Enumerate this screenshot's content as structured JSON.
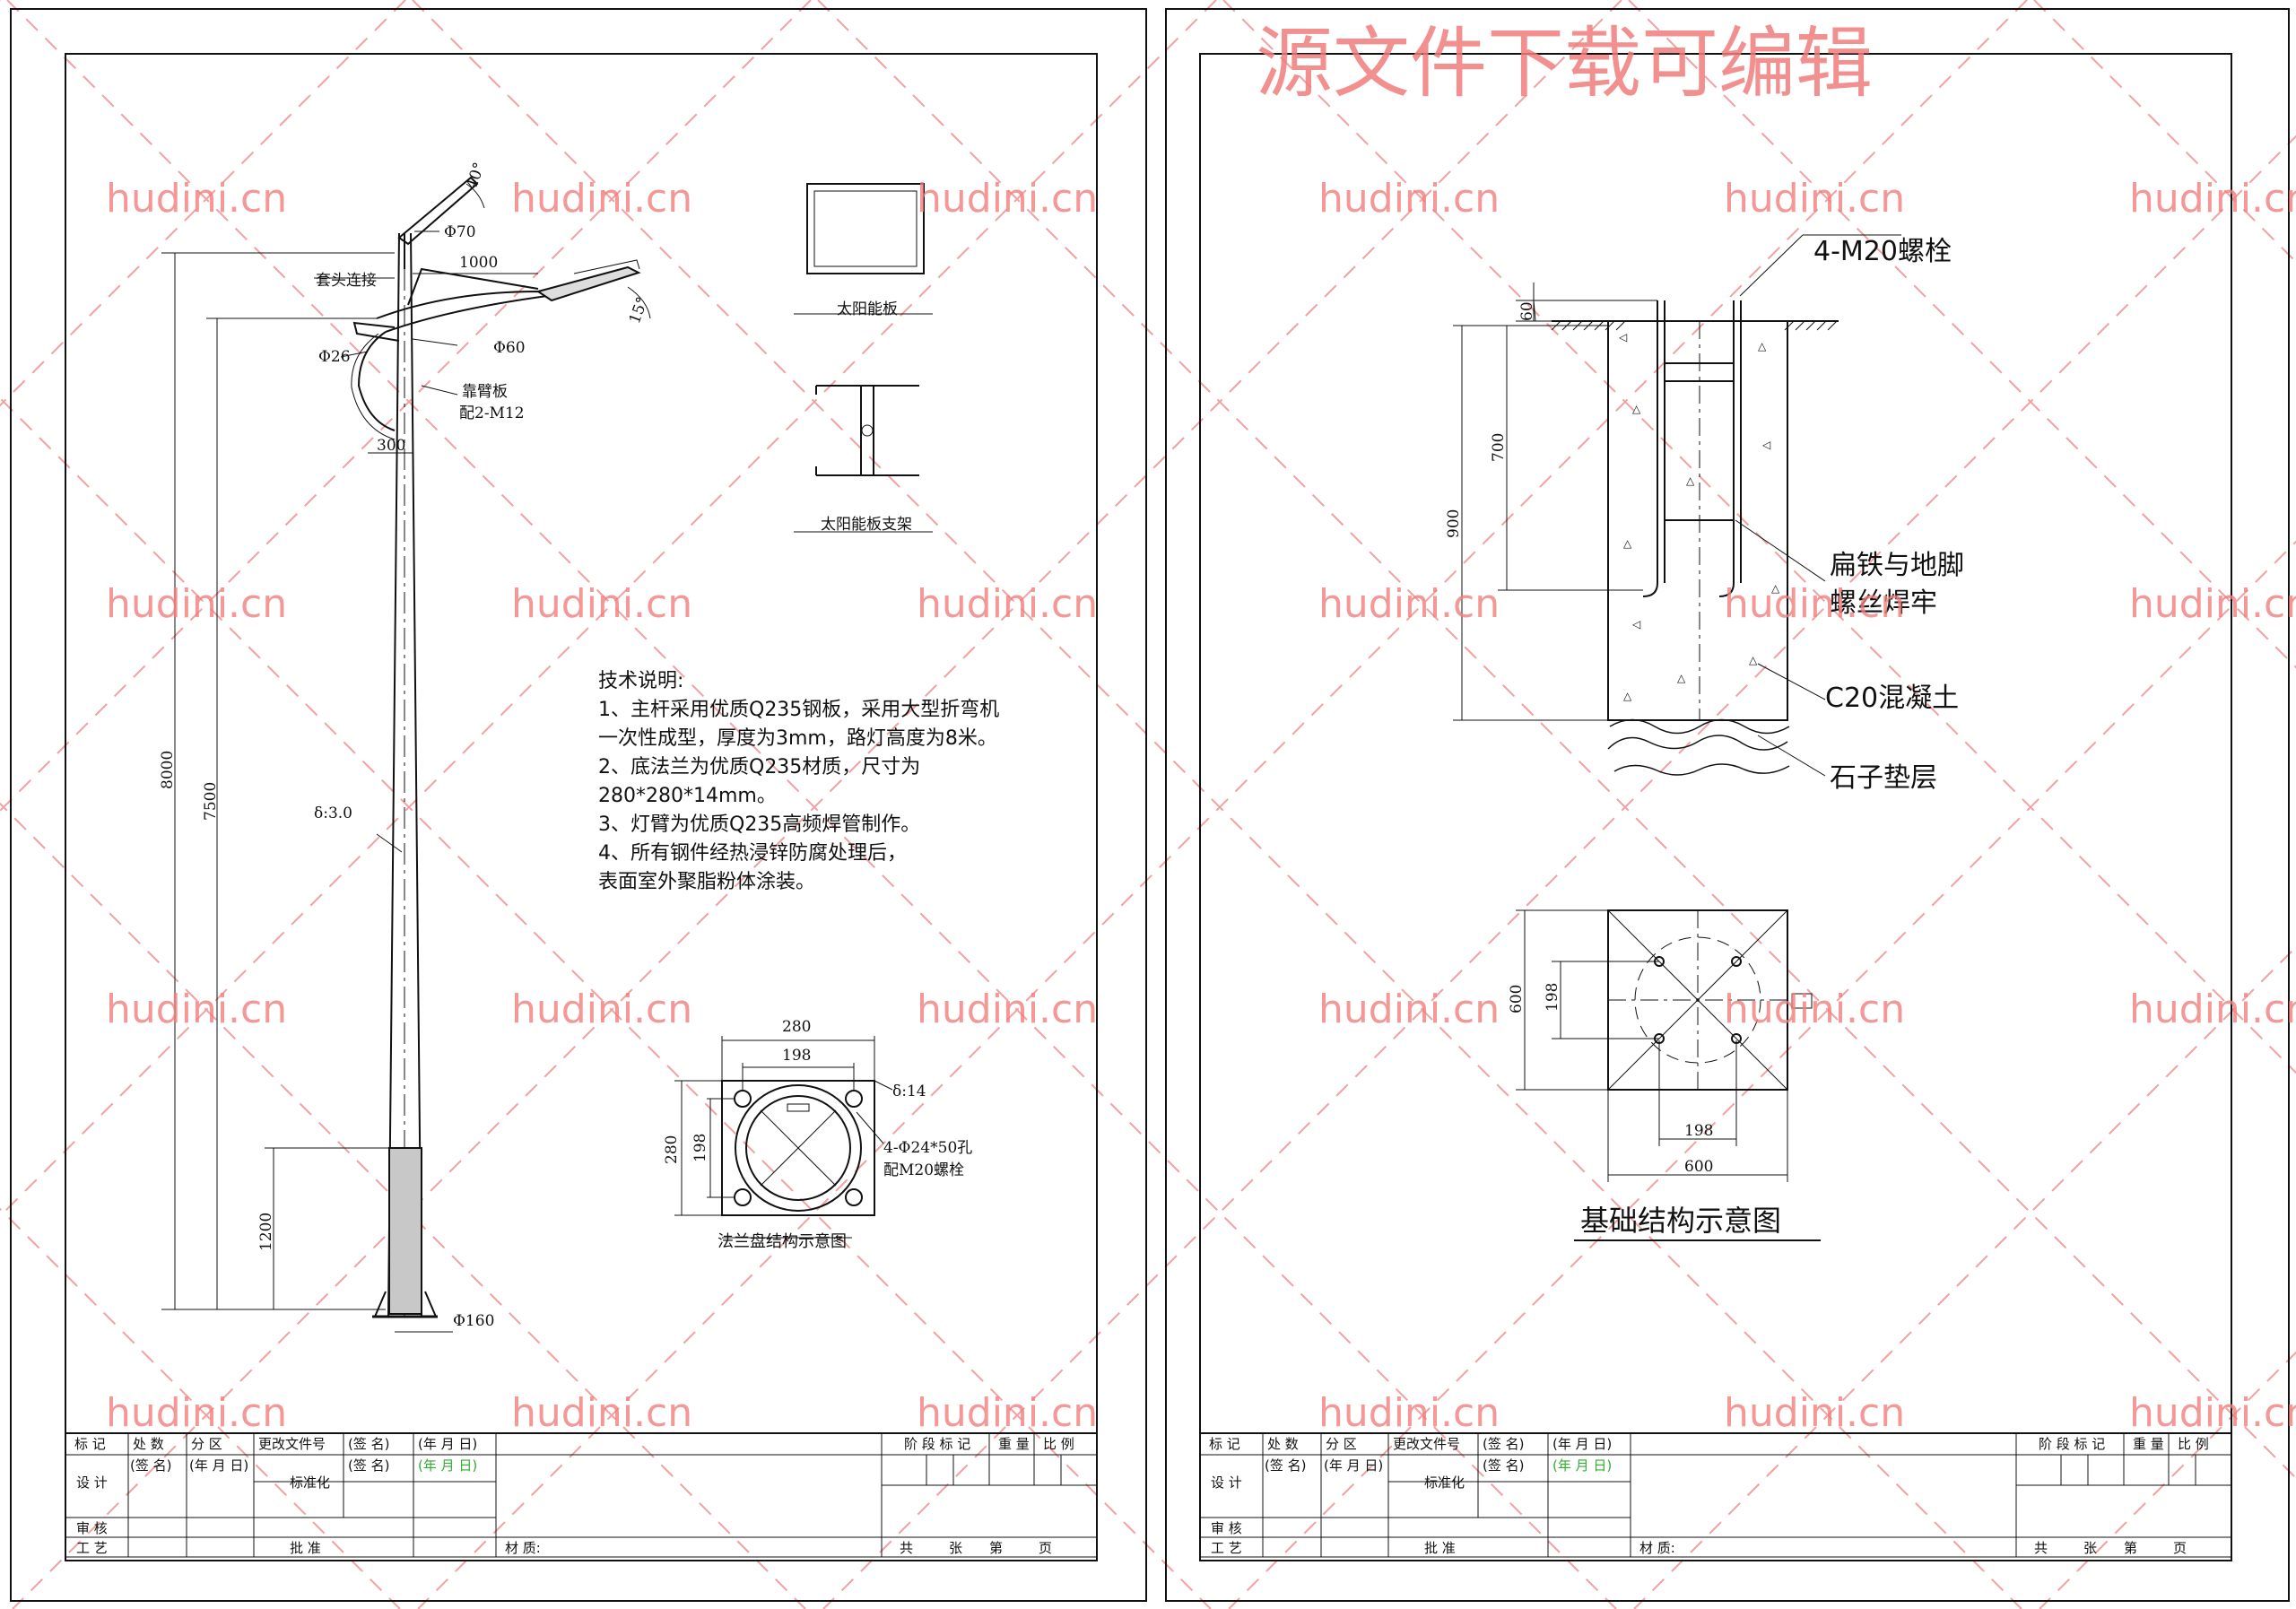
{
  "watermark_top": "源文件下载可编辑",
  "watermark_tile": "hudini.cn",
  "colors": {
    "line": "#111111",
    "watermark": "#f07d7d",
    "watermark_diag": "#f4a0a0",
    "green": "#2fae2f"
  },
  "left_sheet": {
    "pole": {
      "angle_40": "40°",
      "angle_15": "15°",
      "dia_70": "Φ70",
      "socket_joint": "套头连接",
      "arm_len": "1000",
      "dia_26": "Φ26",
      "dia_60": "Φ60",
      "rib_plate": "靠臂板",
      "rib_plate_bolt": "配2-M12",
      "dim_300": "300",
      "dim_8000": "8000",
      "dim_7500": "7500",
      "thickness": "δ:3.0",
      "dim_1200": "1200",
      "dia_160": "Φ160"
    },
    "solar_panel_label": "太阳能板",
    "solar_bracket_label": "太阳能板支架",
    "tech_notes": {
      "title": "技术说明:",
      "lines": [
        "1、主杆采用优质Q235钢板，采用大型折弯机",
        "一次性成型，厚度为3mm，路灯高度为8米。",
        "2、底法兰为优质Q235材质，尺寸为",
        "280*280*14mm。",
        "3、灯臂为优质Q235高频焊管制作。",
        "4、所有钢件经热浸锌防腐处理后，",
        "表面室外聚脂粉体涂装。"
      ]
    },
    "flange": {
      "dim_280_h": "280",
      "dim_198_h": "198",
      "dim_280_v": "280",
      "dim_198_v": "198",
      "thickness": "δ:14",
      "holes": "4-Φ24*50孔",
      "bolts": "配M20螺栓",
      "caption": "法兰盘结构示意图"
    }
  },
  "right_sheet": {
    "bolt_label": "4-M20螺栓",
    "dim_60": "60",
    "dim_700": "700",
    "dim_900": "900",
    "weld_note_1": "扁铁与地脚",
    "weld_note_2": "螺丝焊牢",
    "concrete": "C20混凝土",
    "gravel": "石子垫层",
    "plan_600_v": "600",
    "plan_198_v": "198",
    "plan_198_h": "198",
    "plan_600_h": "600",
    "caption": "基础结构示意图"
  },
  "title_block": {
    "r1": [
      "标 记",
      "处 数",
      "分 区",
      "更改文件号",
      "(签 名)",
      "(年 月 日)"
    ],
    "design": "设 计",
    "sign": "(签 名)",
    "date": "(年 月 日)",
    "standard": "标准化",
    "sign2": "(签 名)",
    "date_green": "(年 月 日)",
    "review": "审 核",
    "craft": "工 艺",
    "approve": "批 准",
    "material": "材 质:",
    "stage": "阶 段 标 记",
    "weight": "重 量",
    "scale": "比 例",
    "total": "共",
    "sheet": "张",
    "page_no": "第",
    "page": "页"
  }
}
